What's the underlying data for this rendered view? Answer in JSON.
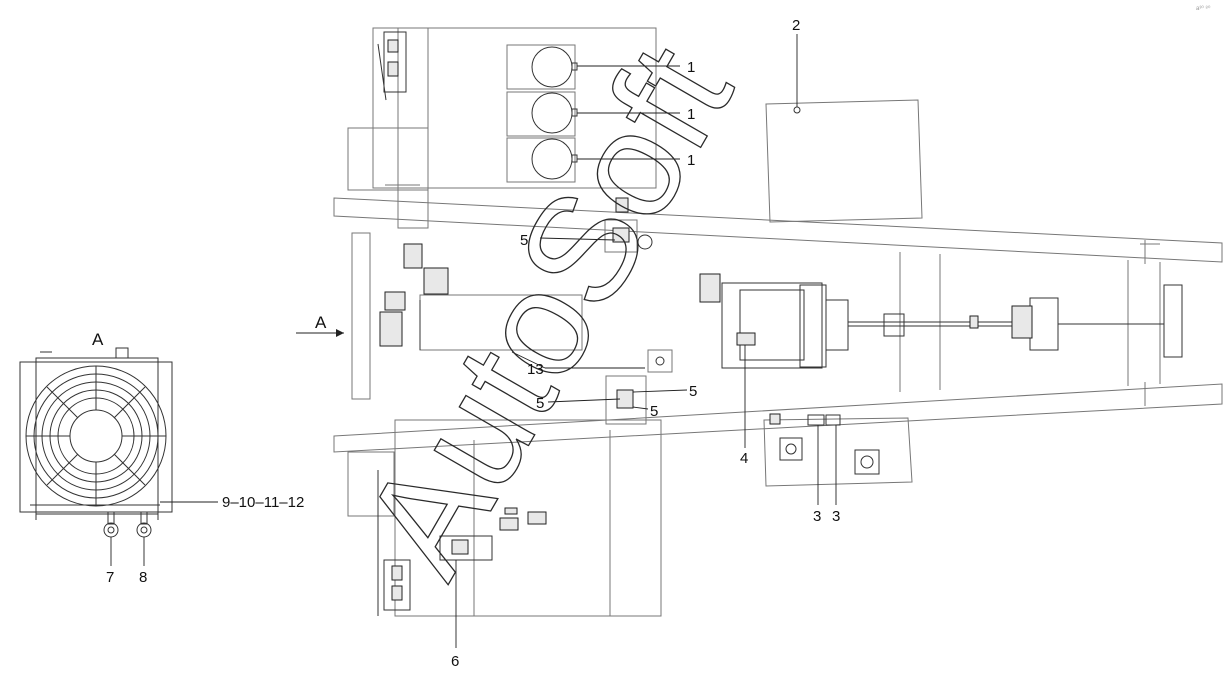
{
  "callouts": {
    "battery_1a": "1",
    "battery_1b": "1",
    "battery_1c": "1",
    "item_2": "2",
    "item_3a": "3",
    "item_3b": "3",
    "item_4": "4",
    "item_5a": "5",
    "item_5b": "5",
    "item_5c": "5",
    "item_5d": "5",
    "item_6": "6",
    "item_7": "7",
    "item_8": "8",
    "item_9_12": "9–10–11–12",
    "item_13": "13"
  },
  "view_labels": {
    "view_arrow": "A",
    "view_title": "A"
  },
  "watermark": {
    "text": "AutoSoft"
  },
  "corner_mark": "a³⁰ ⁸⁰"
}
